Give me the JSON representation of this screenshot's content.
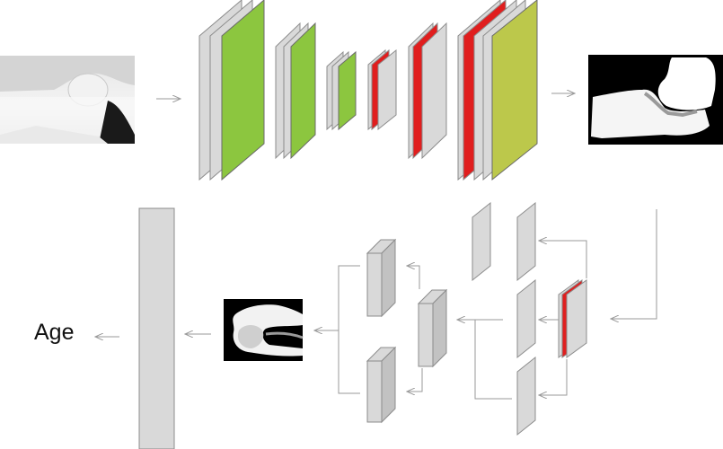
{
  "output_label": "Age",
  "colors": {
    "layer_gray": "#d9d9d9",
    "layer_edge": "#8c8c8c",
    "layer_green": "#8cc63f",
    "layer_yellow_green": "#bcc84b",
    "layer_red": "#e01e1e",
    "arrow": "#9a9a9a",
    "xray_bg": "#000000"
  },
  "icons": {
    "input_image": "elbow-xray-thumbnail",
    "segmentation_mask": "elbow-mask-thumbnail",
    "cropped_mask": "cropped-mask-thumbnail"
  }
}
